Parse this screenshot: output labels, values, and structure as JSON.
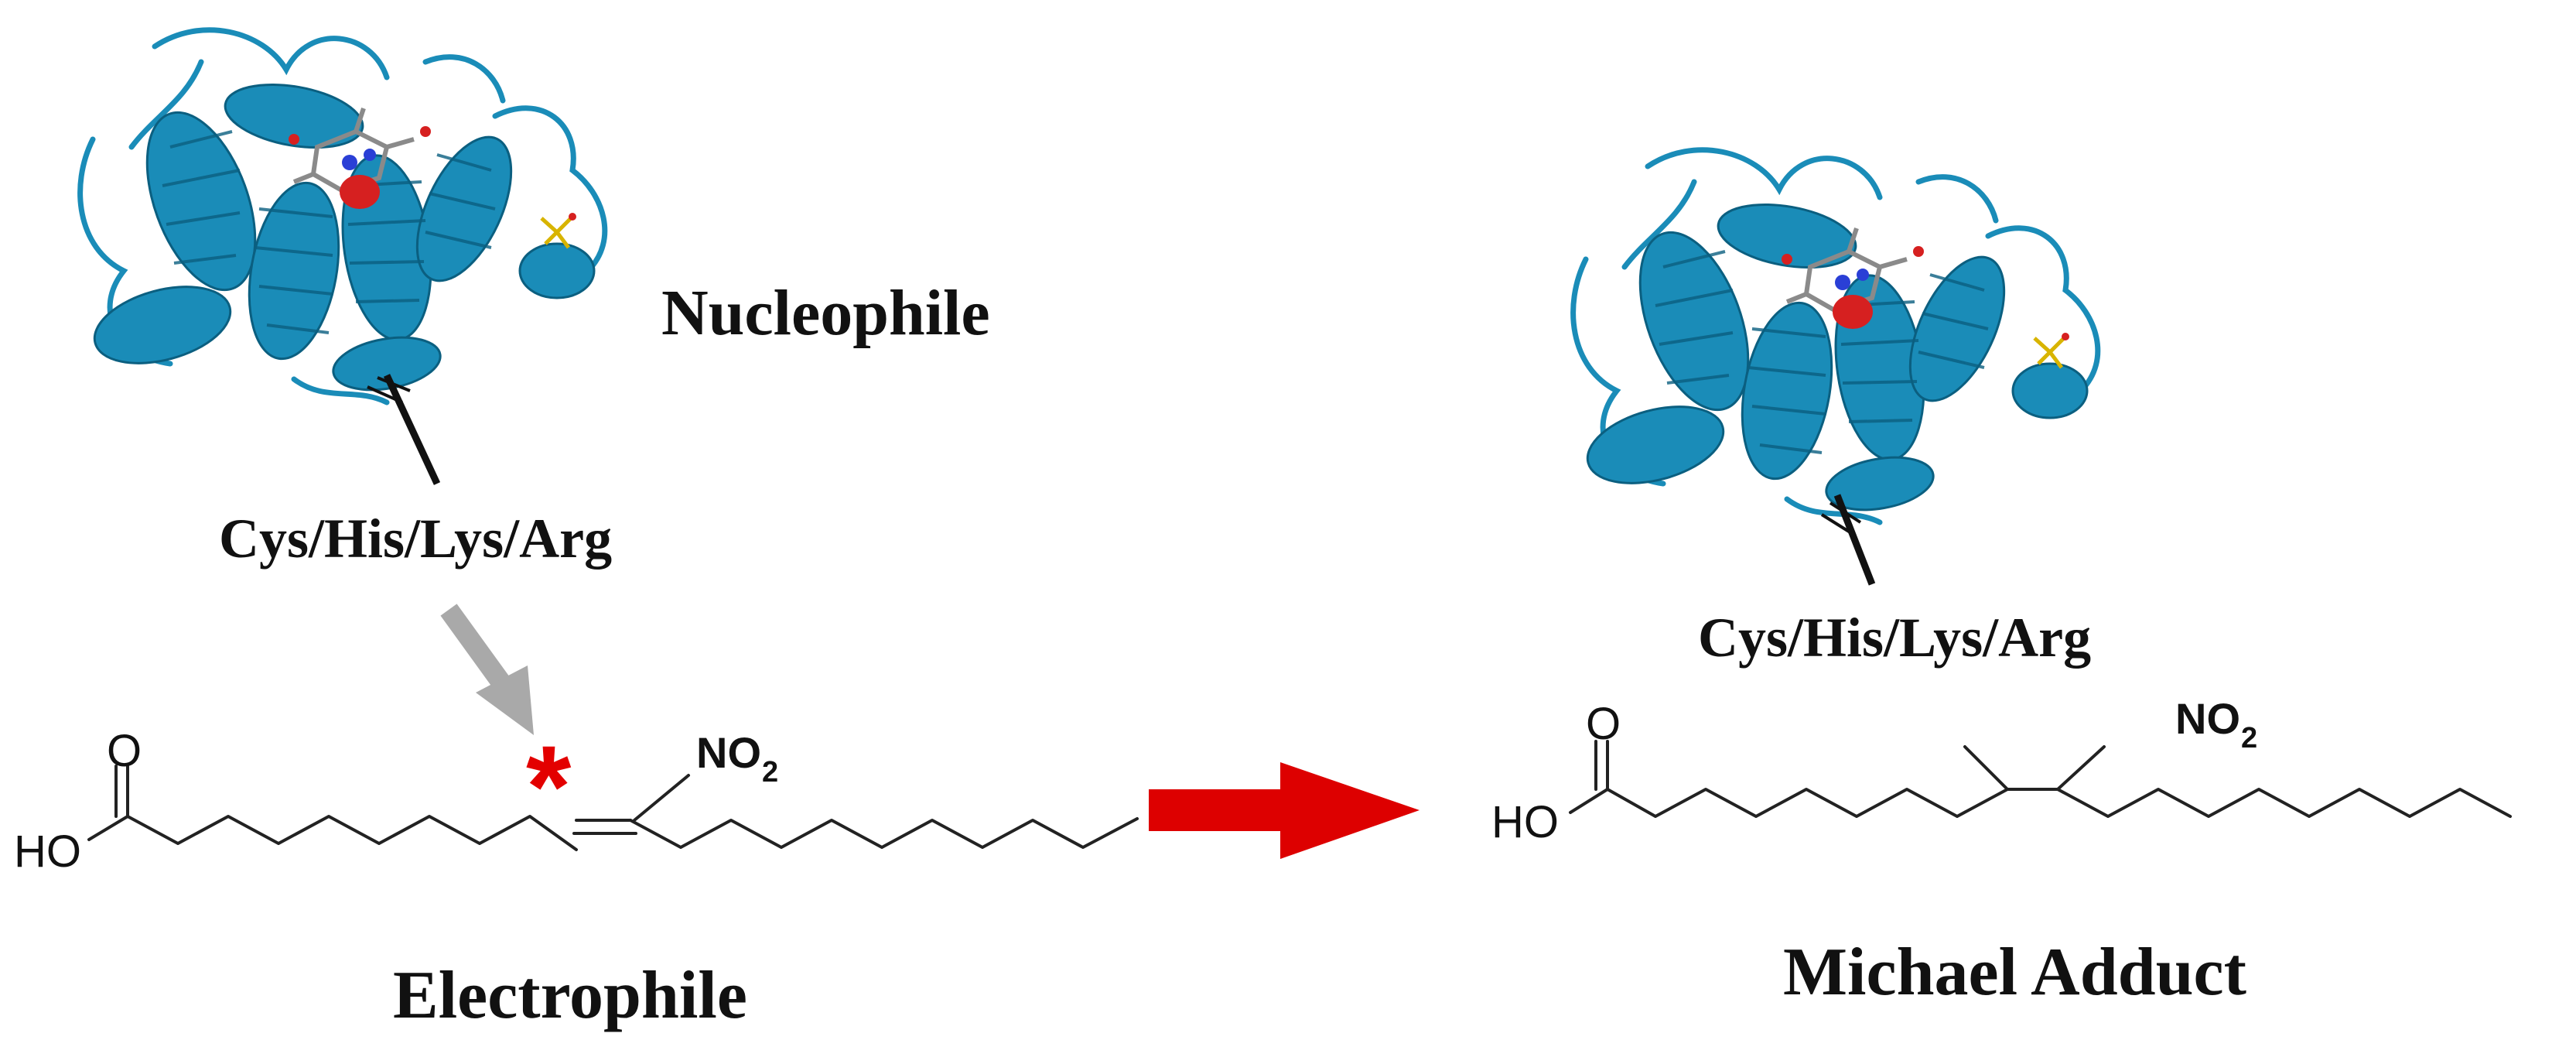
{
  "left_panel": {
    "nucleophile_label": "Nucleophile",
    "residues_label": "Cys/His/Lys/Arg",
    "electrophile_label": "Electrophile",
    "acid_group": {
      "ho": "HO",
      "o": "O"
    },
    "nitro_group": {
      "main": "NO",
      "sub": "2"
    },
    "reactive_site_marker": "*"
  },
  "right_panel": {
    "residues_label": "Cys/His/Lys/Arg",
    "adduct_label": "Michael Adduct",
    "acid_group": {
      "ho": "HO",
      "o": "O"
    },
    "nitro_group": {
      "main": "NO",
      "sub": "2"
    }
  },
  "colors": {
    "protein_ribbon": "#1a8cb8",
    "attack_arrow": "#a9a9a9",
    "reaction_arrow": "#dd0000",
    "reactive_site_marker": "#e30000",
    "heme_oxygen": "#d62020"
  },
  "icons": {
    "protein": "protein-ribbon-icon",
    "attack_arrow": "nucleophilic-attack-arrow-icon",
    "reaction_arrow": "reaction-arrow-icon"
  }
}
